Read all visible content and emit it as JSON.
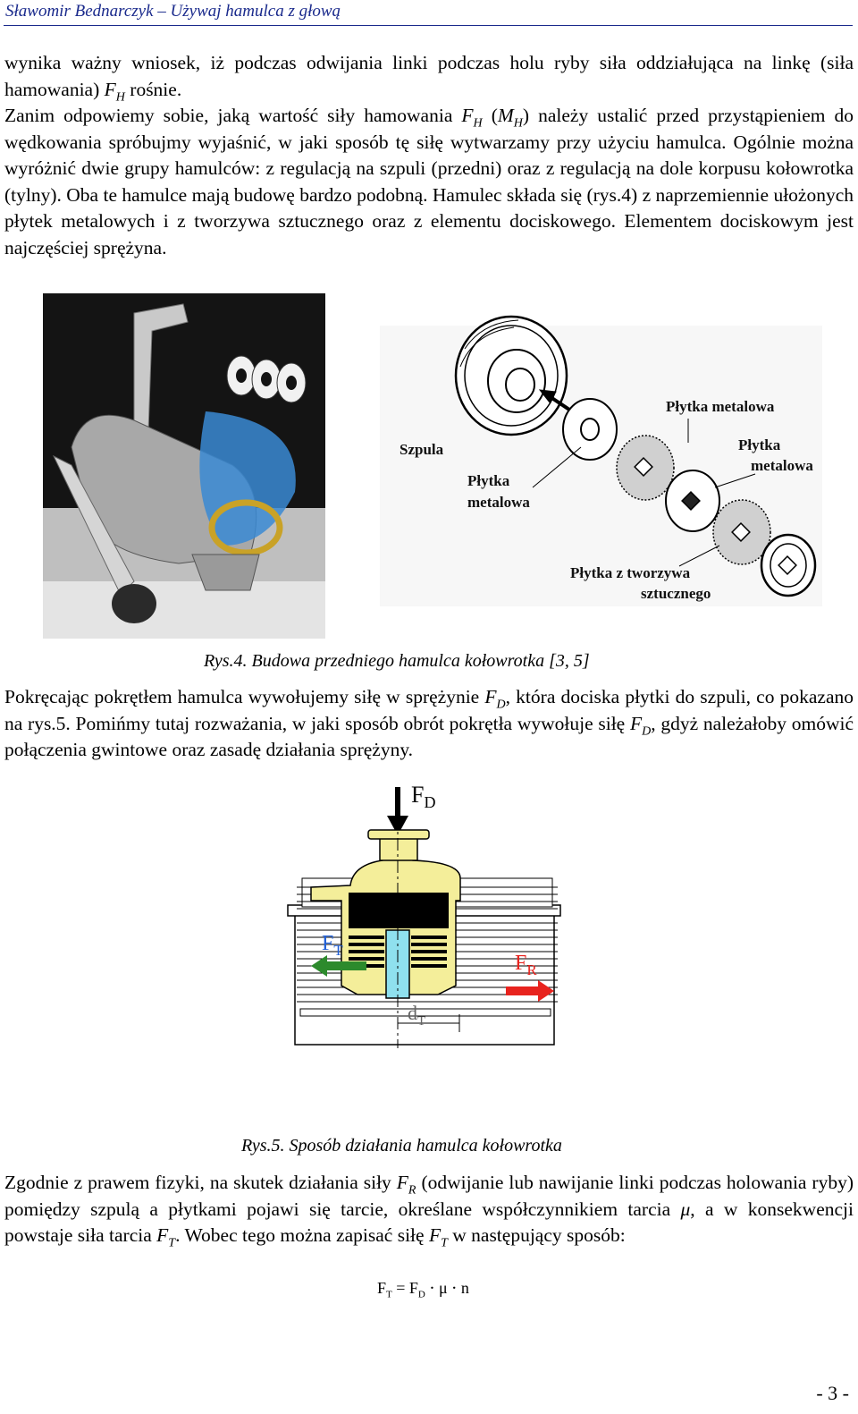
{
  "header": {
    "title": "Sławomir Bednarczyk – Używaj hamulca z głową"
  },
  "paragraphs": {
    "p1": {
      "s1": "wynika ważny wniosek, iż podczas odwijania linki podczas holu ryby siła oddziałująca na linkę (siła hamowania)",
      "sym": "F",
      "sub": "H",
      "s2": "rośnie."
    },
    "p2": {
      "s1": "Zanim odpowiemy sobie, jaką wartość siły hamowania",
      "sym1": "F",
      "sub1": "H",
      "s2": "(",
      "sym2": "M",
      "sub2": "H",
      "s3": ") należy ustalić przed przystąpieniem do wędkowania spróbujmy wyjaśnić, w jaki sposób tę siłę wytwarzamy przy użyciu hamulca. Ogólnie można wyróżnić dwie grupy hamulców: z regulacją na szpuli (przedni) oraz z regulacją na dole korpusu kołowrotka (tylny). Oba te hamulce mają budowę bardzo podobną. Hamulec składa się (rys.4) z naprzemiennie ułożonych płytek metalowych i z tworzywa sztucznego oraz z elementu dociskowego. Elementem dociskowym jest najczęściej sprężyna."
    },
    "p3": {
      "s1": "Pokręcając pokrętłem hamulca wywołujemy siłę w sprężynie",
      "sym1": "F",
      "sub1": "D",
      "s2": ", która dociska płytki do szpuli, co pokazano na rys.5. Pomińmy tutaj rozważania, w jaki sposób obrót pokrętła wywołuje siłę",
      "sym2": "F",
      "sub2": "D",
      "s3": ", gdyż należałoby omówić połączenia gwintowe oraz zasadę działania sprężyny."
    },
    "p4": {
      "s1": "Zgodnie z prawem fizyki, na skutek działania siły",
      "sym1": "F",
      "sub1": "R",
      "s2": "(odwijanie lub nawijanie linki podczas holowania ryby) pomiędzy szpulą a płytkami pojawi się tarcie, określane współczynnikiem tarcia",
      "mu": "μ",
      "s3": ", a w konsekwencji powstaje siła tarcia",
      "sym2": "F",
      "sub2": "T",
      "s4": ". Wobec tego można zapisać siłę",
      "sym3": "F",
      "sub3": "T",
      "s5": "w następujący sposób:"
    }
  },
  "figure4": {
    "labels": {
      "spool": "Szpula",
      "metal_plate_left_1": "Płytka",
      "metal_plate_left_2": "metalowa",
      "metal_plate_top": "Płytka metalowa",
      "metal_plate_right_1": "Płytka",
      "metal_plate_right_2": "metalowa",
      "plastic_plate_1": "Płytka z tworzywa",
      "plastic_plate_2": "sztucznego"
    },
    "caption": "Rys.4. Budowa przedniego hamulca kołowrotka [3, 5]"
  },
  "figure5": {
    "labels": {
      "fd": "F",
      "fd_sub": "D",
      "ft": "F",
      "ft_sub": "T",
      "fr": "F",
      "fr_sub": "R",
      "dt": "d",
      "dt_sub": "T"
    },
    "caption": "Rys.5. Sposób działania hamulca kołowrotka",
    "colors": {
      "housing": "#f4ee9a",
      "spring": "#8fe0ee",
      "block": "#000000",
      "arrow_left": "#2c8a2c",
      "arrow_right": "#e8231e"
    }
  },
  "formula": {
    "lhs": "F",
    "lhs_sub": "T",
    "eq": "=",
    "f": "F",
    "f_sub": "D",
    "rest": "⋅ μ ⋅ n"
  },
  "footer": {
    "page_number": "- 3 -"
  }
}
